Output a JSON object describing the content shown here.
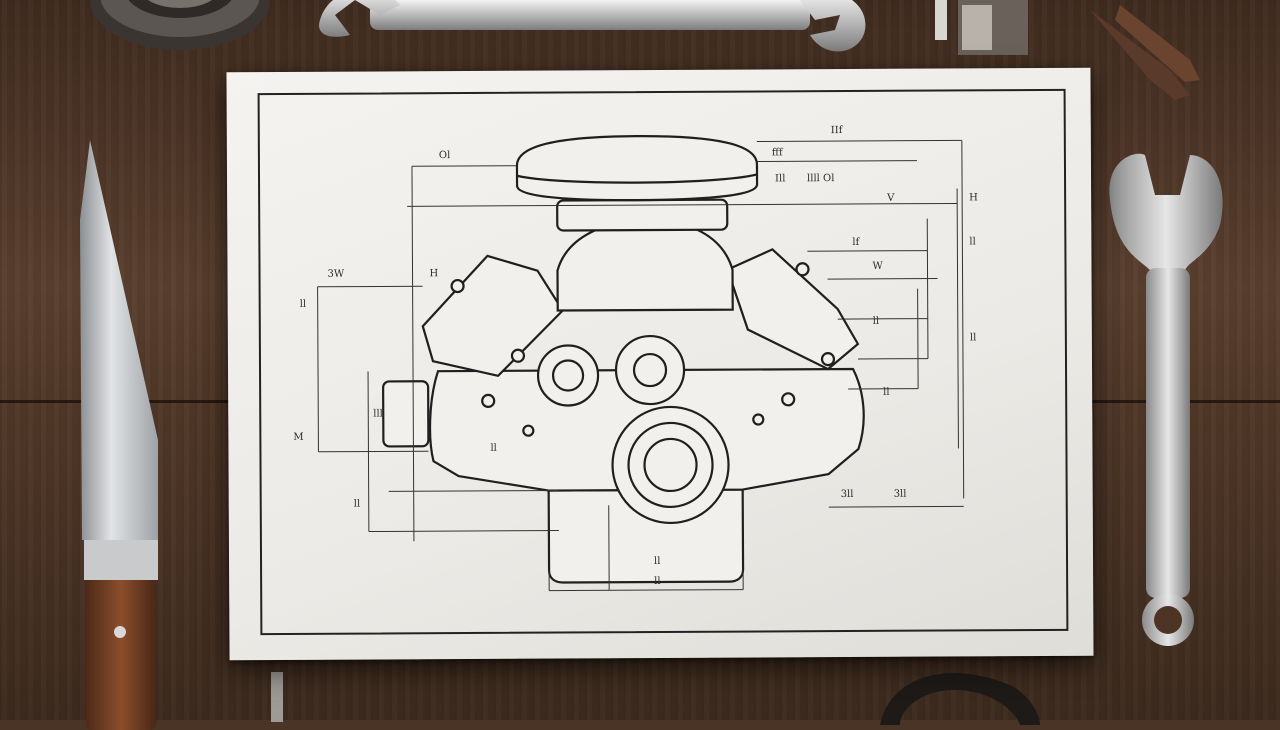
{
  "scene": {
    "subject": "engine-blueprint",
    "tools": [
      "chef-knife",
      "wrench",
      "open-end-wrench",
      "wrench-top",
      "tape-measure",
      "caliper"
    ]
  },
  "dimension_labels": {
    "top_left": "Ol",
    "top_right_1": "IIf",
    "top_right_2": "fff",
    "row_a_1": "Ill",
    "row_a_2": "llll Ol",
    "side_right_1": "V",
    "side_right_2": "H",
    "left_1": "3W",
    "left_2": "H",
    "left_3": "ll",
    "left_4": "lll",
    "left_5": "M",
    "left_6": "ll",
    "mid_right_1": "lf",
    "mid_right_2": "ll",
    "mid_right_3": "W",
    "mid_right_4": "ll",
    "mid_right_5": "ll",
    "mid_right_6": "ll",
    "lower_mid": "ll",
    "bottom_right_1": "3ll",
    "bottom_right_2": "3ll",
    "bottom_center_1": "ll",
    "bottom_center_2": "ll"
  }
}
